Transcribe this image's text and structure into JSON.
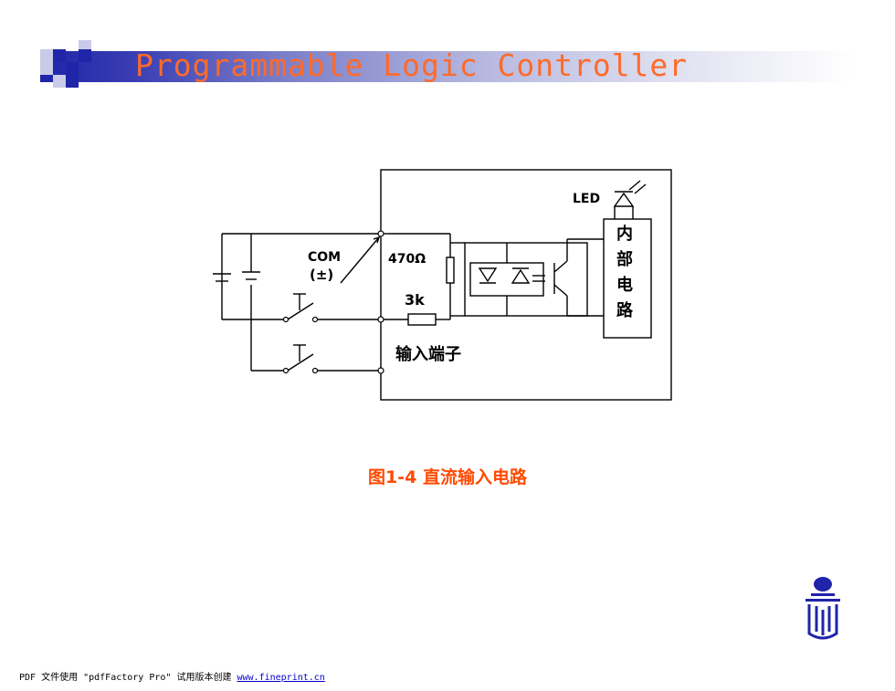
{
  "header": {
    "title": "Programmable  Logic  Controller",
    "accent_color": "#ff6a2a",
    "bar_color": "#1f24a8"
  },
  "diagram": {
    "labels": {
      "led": "LED",
      "com": "COM",
      "com_sign": "(±)",
      "resistor_470": "470Ω",
      "resistor_3k": "3k",
      "internal_circuit": [
        "内",
        "部",
        "电",
        "路"
      ],
      "input_terminal": "输入端子"
    },
    "caption": "图1-4 直流输入电路"
  },
  "footer": {
    "text": "PDF 文件使用 \"pdfFactory Pro\" 试用版本创建",
    "link_text": "www.fineprint.cn"
  }
}
